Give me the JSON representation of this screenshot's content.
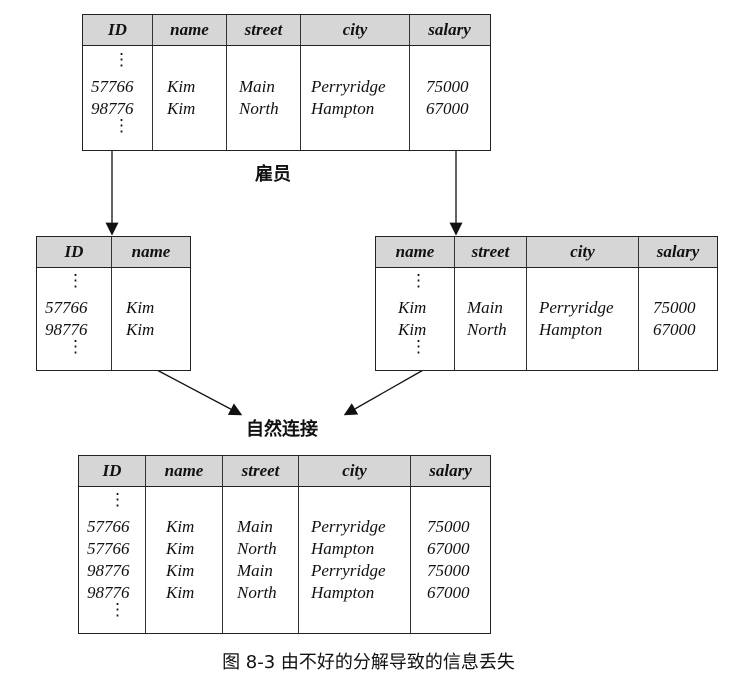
{
  "labels": {
    "employee": "雇员",
    "natural_join": "自然连接",
    "figure_caption": "图 8-3   由不好的分解导致的信息丢失"
  },
  "tables": {
    "employee": {
      "headers": [
        "ID",
        "name",
        "street",
        "city",
        "salary"
      ],
      "rows": [
        [
          "57766",
          "Kim",
          "Main",
          "Perryridge",
          "75000"
        ],
        [
          "98776",
          "Kim",
          "North",
          "Hampton",
          "67000"
        ]
      ]
    },
    "left": {
      "headers": [
        "ID",
        "name"
      ],
      "rows": [
        [
          "57766",
          "Kim"
        ],
        [
          "98776",
          "Kim"
        ]
      ]
    },
    "right": {
      "headers": [
        "name",
        "street",
        "city",
        "salary"
      ],
      "rows": [
        [
          "Kim",
          "Main",
          "Perryridge",
          "75000"
        ],
        [
          "Kim",
          "North",
          "Hampton",
          "67000"
        ]
      ]
    },
    "joined": {
      "headers": [
        "ID",
        "name",
        "street",
        "city",
        "salary"
      ],
      "rows": [
        [
          "57766",
          "Kim",
          "Main",
          "Perryridge",
          "75000"
        ],
        [
          "57766",
          "Kim",
          "North",
          "Hampton",
          "67000"
        ],
        [
          "98776",
          "Kim",
          "Main",
          "Perryridge",
          "75000"
        ],
        [
          "98776",
          "Kim",
          "North",
          "Hampton",
          "67000"
        ]
      ]
    }
  }
}
